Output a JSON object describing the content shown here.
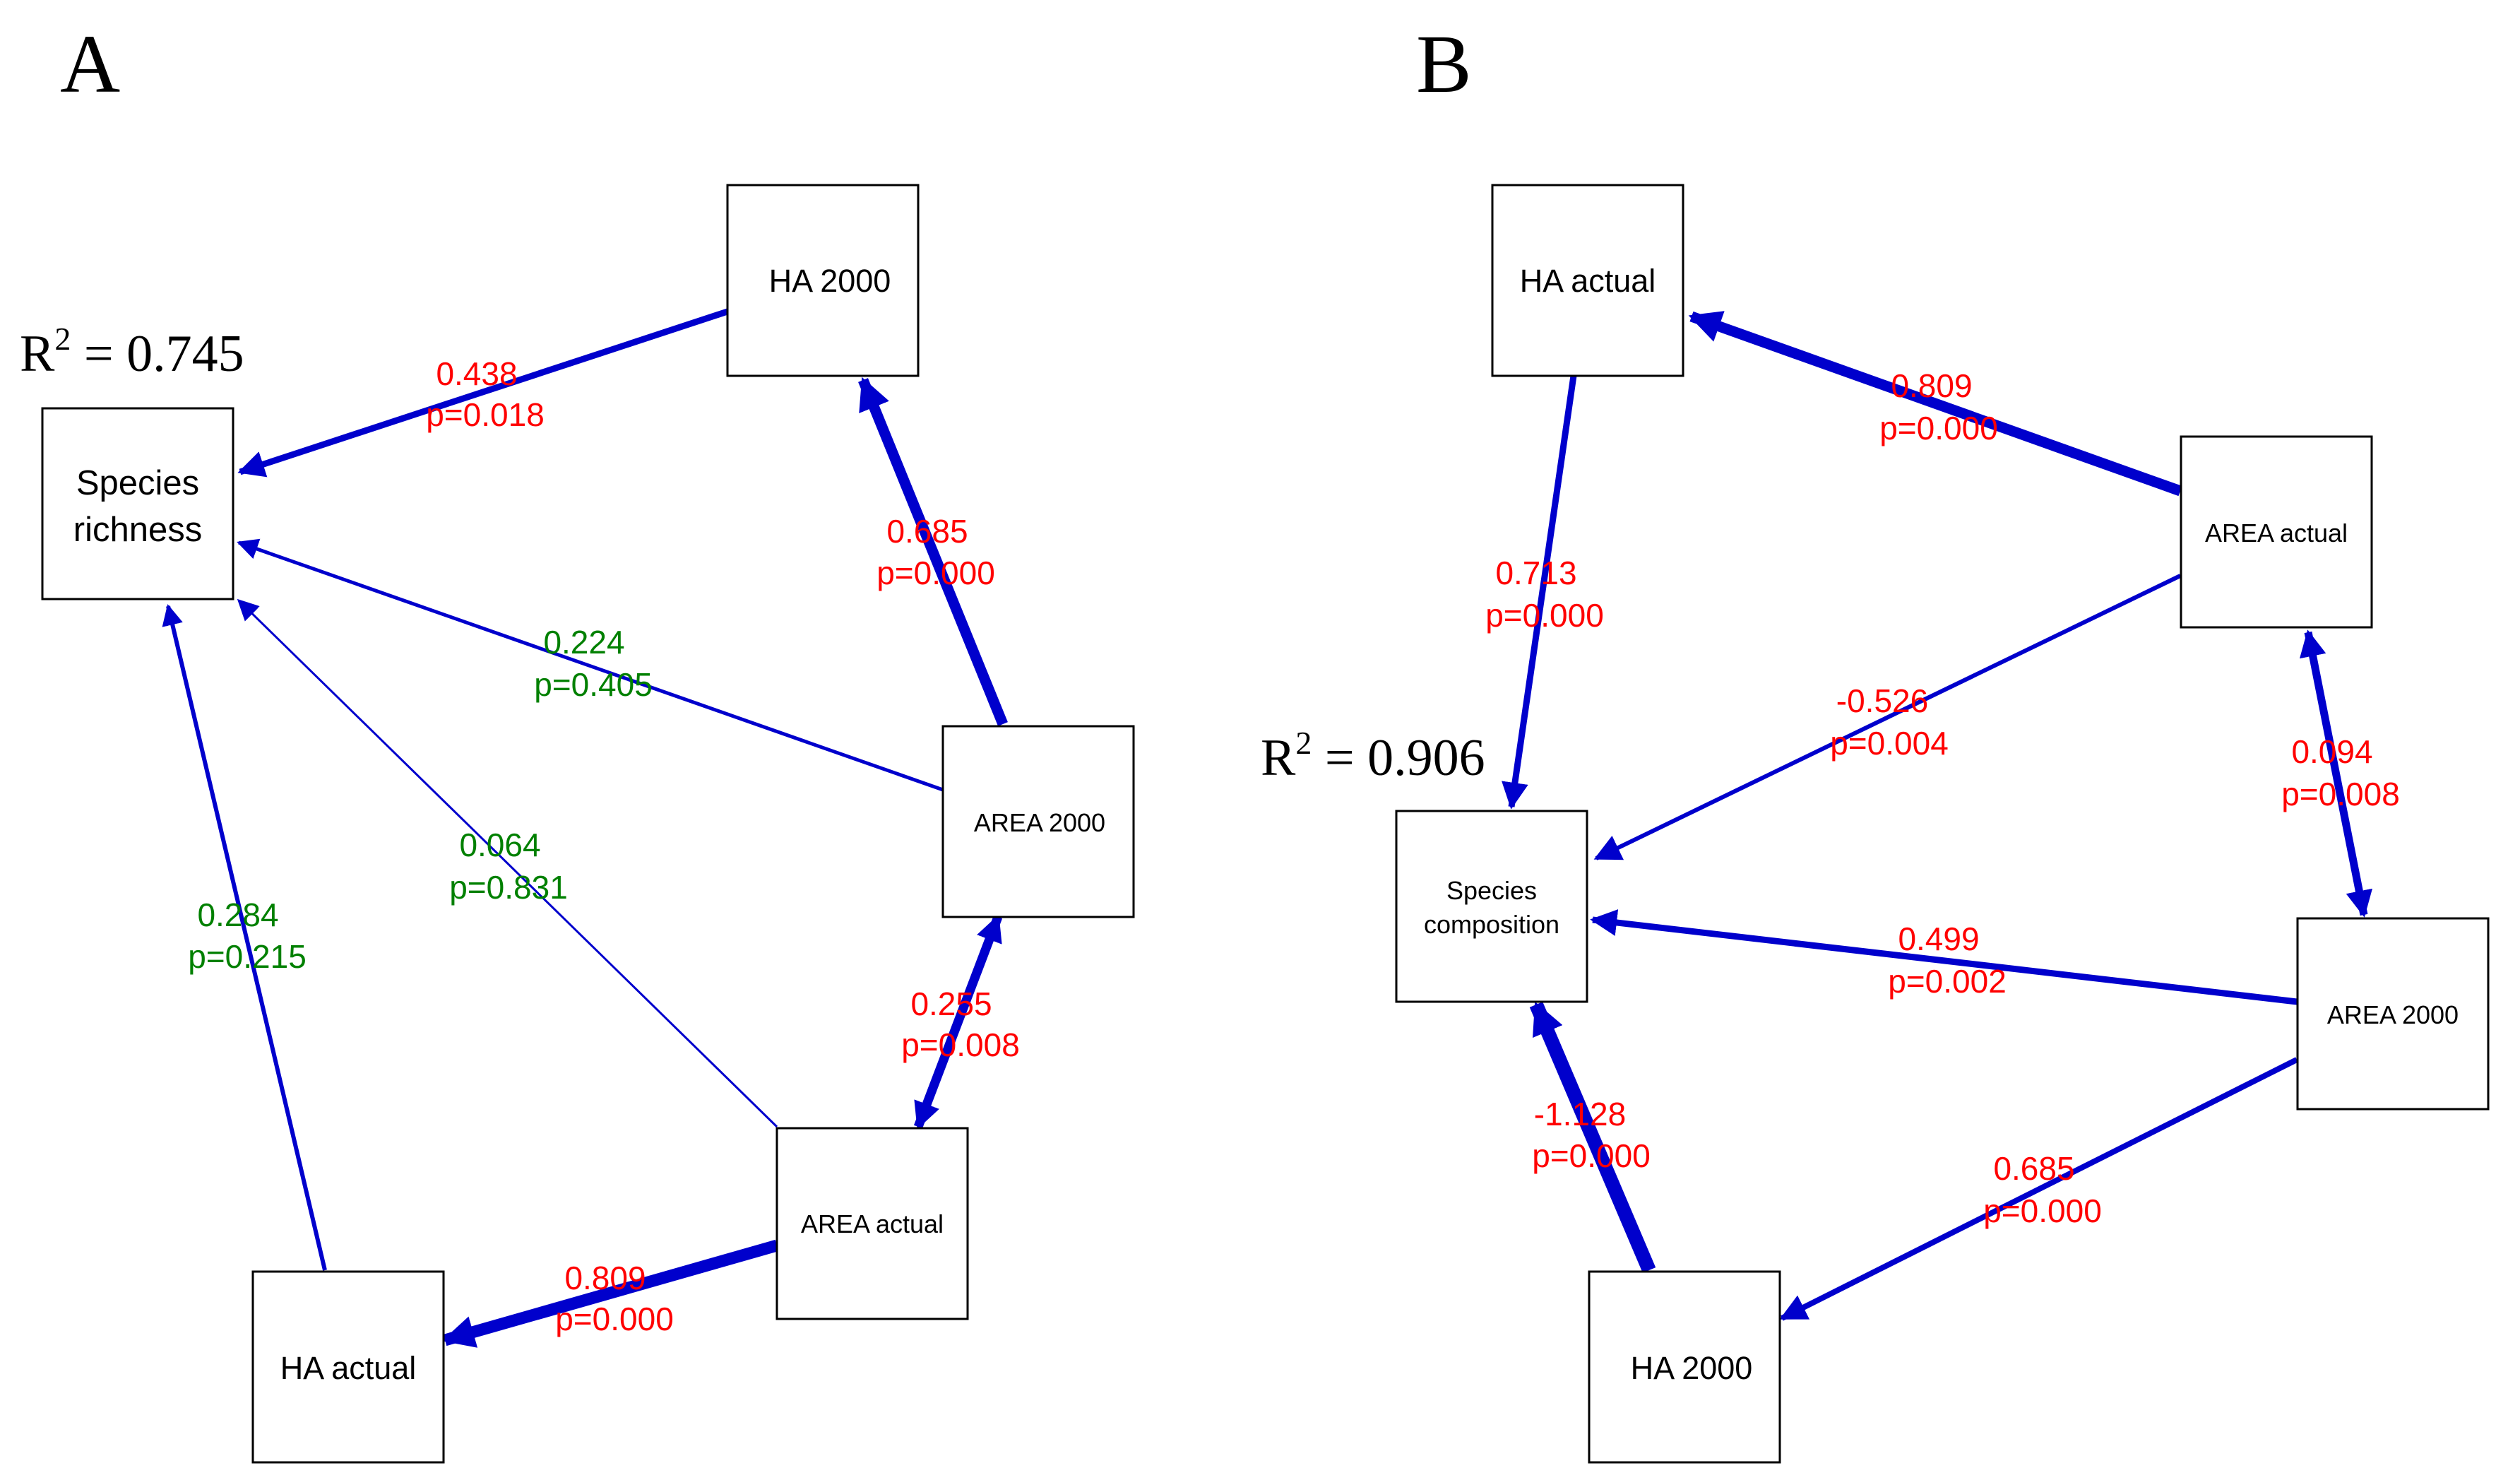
{
  "panels": [
    {
      "letter": "A",
      "r2_prefix": "R",
      "r2_sup": "2",
      "r2_value": " = 0.745",
      "nodes": {
        "species_richness": [
          "Species",
          "richness"
        ],
        "ha_2000": [
          "HA 2000"
        ],
        "area_2000": [
          "AREA 2000"
        ],
        "area_actual": [
          "AREA actual"
        ],
        "ha_actual": [
          "HA actual"
        ]
      },
      "edges": [
        {
          "from": "HA 2000",
          "to": "Species richness",
          "coef": "0.438",
          "p": "p=0.018",
          "significant": true
        },
        {
          "from": "AREA 2000",
          "to": "HA 2000",
          "coef": "0.685",
          "p": "p=0.000",
          "significant": true
        },
        {
          "from": "AREA 2000",
          "to": "Species richness",
          "coef": "0.224",
          "p": "p=0.405",
          "significant": false
        },
        {
          "from": "AREA actual",
          "to": "Species richness",
          "coef": "0.064",
          "p": "p=0.831",
          "significant": false
        },
        {
          "from": "HA actual",
          "to": "Species richness",
          "coef": "0.284",
          "p": "p=0.215",
          "significant": false
        },
        {
          "from": "AREA 2000",
          "to": "AREA actual",
          "coef": "0.255",
          "p": "p=0.008",
          "significant": true,
          "bidirectional": true
        },
        {
          "from": "AREA actual",
          "to": "HA actual",
          "coef": "0.809",
          "p": "p=0.000",
          "significant": true
        }
      ]
    },
    {
      "letter": "B",
      "r2_prefix": "R",
      "r2_sup": "2",
      "r2_value": " = 0.906",
      "nodes": {
        "ha_actual": [
          "HA actual"
        ],
        "area_actual": [
          "AREA actual"
        ],
        "species_composition": [
          "Species",
          "composition"
        ],
        "area_2000": [
          "AREA 2000"
        ],
        "ha_2000": [
          "HA 2000"
        ]
      },
      "edges": [
        {
          "from": "AREA actual",
          "to": "HA actual",
          "coef": "0.809",
          "p": "p=0.000",
          "significant": true
        },
        {
          "from": "HA actual",
          "to": "Species composition",
          "coef": "0.713",
          "p": "p=0.000",
          "significant": true
        },
        {
          "from": "AREA actual",
          "to": "Species composition",
          "coef": "-0.526",
          "p": "p=0.004",
          "significant": true
        },
        {
          "from": "AREA actual",
          "to": "AREA 2000",
          "coef": "0.094",
          "p": "p=0.008",
          "significant": true,
          "bidirectional": true
        },
        {
          "from": "AREA 2000",
          "to": "Species composition",
          "coef": "0.499",
          "p": "p=0.002",
          "significant": true
        },
        {
          "from": "HA 2000",
          "to": "Species composition",
          "coef": "-1.128",
          "p": "p=0.000",
          "significant": true
        },
        {
          "from": "AREA 2000",
          "to": "HA 2000",
          "coef": "0.685",
          "p": "p=0.000",
          "significant": true
        }
      ]
    }
  ],
  "colors": {
    "edge": "#0000cc",
    "significant": "#ff0000",
    "non_significant": "#008000"
  }
}
